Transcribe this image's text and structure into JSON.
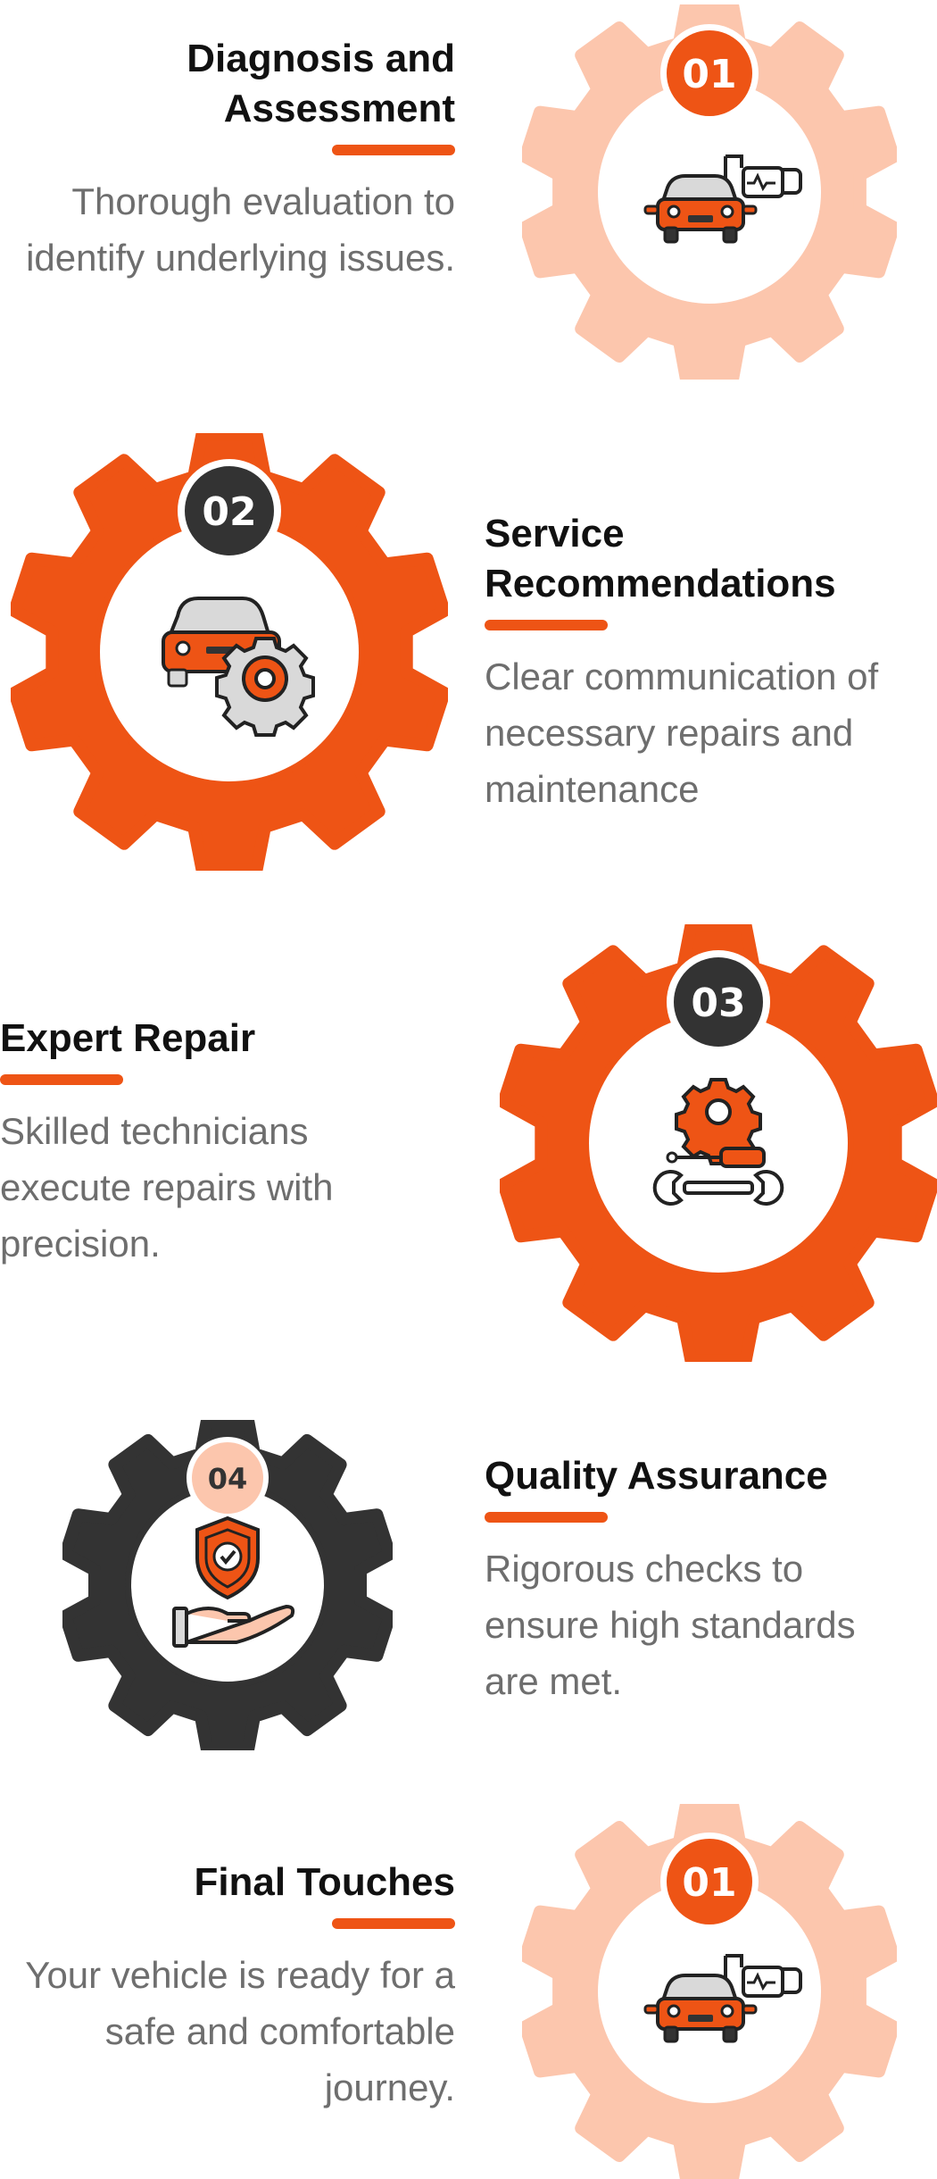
{
  "steps": [
    {
      "number": "01",
      "title": "Diagnosis and Assessment",
      "description": "Thorough evaluation to identify underlying issues.",
      "gear_color": "#fcc6ad",
      "badge_color": "#ee5415",
      "badge_text_color": "#ffffff",
      "icon": "car-diagnostic-icon"
    },
    {
      "number": "02",
      "title": "Service Recommendations",
      "description": "Clear communication of necessary repairs and maintenance",
      "gear_color": "#ee5415",
      "badge_color": "#333333",
      "badge_text_color": "#ffffff",
      "icon": "car-gear-icon"
    },
    {
      "number": "03",
      "title": "Expert Repair",
      "description": "Skilled technicians execute repairs with precision.",
      "gear_color": "#ee5415",
      "badge_color": "#333333",
      "badge_text_color": "#ffffff",
      "icon": "tools-icon"
    },
    {
      "number": "04",
      "title": "Quality Assurance",
      "description": "Rigorous checks to ensure high standards are met.",
      "gear_color": "#333333",
      "badge_color": "#fcc6ad",
      "badge_text_color": "#333333",
      "icon": "shield-hand-icon"
    },
    {
      "number": "01",
      "title": "Final Touches",
      "description": "Your vehicle is ready for a safe and comfortable journey.",
      "gear_color": "#fcc6ad",
      "badge_color": "#ee5415",
      "badge_text_color": "#ffffff",
      "icon": "car-diagnostic-icon"
    }
  ],
  "accent_color": "#ee5415"
}
